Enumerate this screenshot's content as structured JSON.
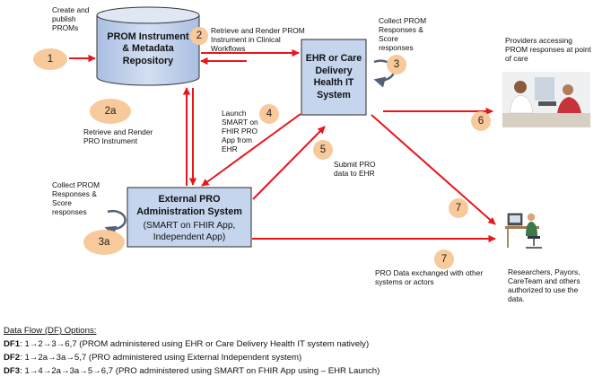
{
  "nodes": {
    "repository": "PROM Instrument\n& Metadata\nRepository",
    "ehr": "EHR or Care\nDelivery\nHealth IT\nSystem",
    "external_title": "External PRO\nAdministration System",
    "external_sub": "(SMART on FHIR App,\nIndependent App)"
  },
  "labels": {
    "create_publish": "Create and\npublish\nPROMs",
    "retrieve_render_clinical": "Retrieve and Render PROM\nInstrument in Clinical\nWorkflows",
    "collect_top": "Collect PROM\nResponses  &\nScore\nresponses",
    "providers": "Providers accessing\nPROM responses at point\nof care",
    "launch_smart": "Launch\nSMART on\nFHIR PRO\nApp from\nEHR",
    "retrieve_render_pro": "Retrieve and Render\nPRO Instrument",
    "submit_pro": "Submit PRO\ndata to EHR",
    "collect_left": "Collect PROM\nResponses  &\nScore\nresponses",
    "pro_exchanged": "PRO Data exchanged  with other\nsystems or actors",
    "researchers": "Researchers, Payors,\nCareTeam and others\nauthorized to use the\ndata."
  },
  "steps": {
    "s1": "1",
    "s2": "2",
    "s2a": "2a",
    "s3": "3",
    "s3a": "3a",
    "s4": "4",
    "s5": "5",
    "s6": "6",
    "s7a": "7",
    "s7b": "7"
  },
  "legend": {
    "title": "Data Flow (DF) Options:",
    "df1_key": "DF1",
    "df1_text": ": 1→2→3→6,7 (PROM administered using EHR or Care Delivery Health IT system natively)",
    "df2_key": "DF2",
    "df2_text": ": 1→2a→3a→5,7 (PRO administered using External Independent system)",
    "df3_key": "DF3",
    "df3_text": ": 1→4→2a→3a→5→6,7 (PRO administered using SMART on FHIR App using – EHR Launch)"
  },
  "colors": {
    "arrow": "#e8161c",
    "box_fill": "#c5d5ee",
    "box_stroke": "#2a2a2a",
    "step_circle": "#f8c99a",
    "cycle_arrow": "#55607a"
  },
  "icons": {
    "providers_image": "doctor-patient-photo",
    "researchers_image": "researcher-at-computer-icon"
  }
}
